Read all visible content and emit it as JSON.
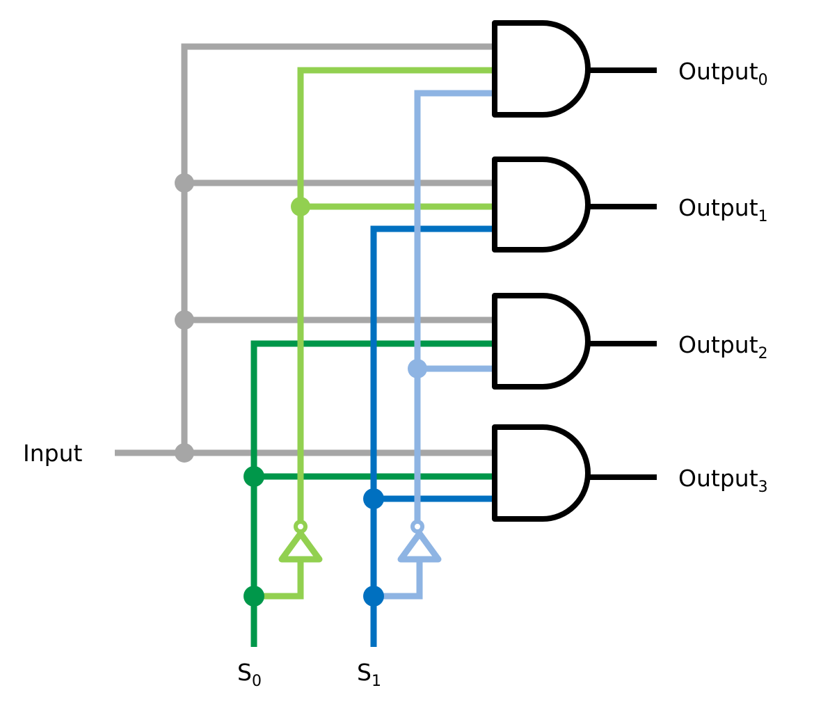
{
  "title": "1-to-4 Demultiplexer",
  "labels": {
    "input": "Input",
    "outputs": [
      {
        "base": "Output",
        "sub": "0"
      },
      {
        "base": "Output",
        "sub": "1"
      },
      {
        "base": "Output",
        "sub": "2"
      },
      {
        "base": "Output",
        "sub": "3"
      }
    ],
    "selects": [
      {
        "base": "S",
        "sub": "0"
      },
      {
        "base": "S",
        "sub": "1"
      }
    ]
  },
  "colors": {
    "input_wire": "#a6a6a6",
    "s0": "#00974a",
    "s0_not": "#92d050",
    "s1": "#0070c0",
    "s1_not": "#8eb4e3",
    "gate": "#000000"
  },
  "gates": [
    {
      "type": "AND",
      "inputs": [
        "Input",
        "NOT S0",
        "NOT S1"
      ],
      "output": "Output0"
    },
    {
      "type": "AND",
      "inputs": [
        "Input",
        "NOT S0",
        "S1"
      ],
      "output": "Output1"
    },
    {
      "type": "AND",
      "inputs": [
        "Input",
        "S0",
        "NOT S1"
      ],
      "output": "Output2"
    },
    {
      "type": "AND",
      "inputs": [
        "Input",
        "S0",
        "S1"
      ],
      "output": "Output3"
    }
  ],
  "inverters": [
    {
      "input": "S0",
      "output": "NOT S0"
    },
    {
      "input": "S1",
      "output": "NOT S1"
    }
  ]
}
